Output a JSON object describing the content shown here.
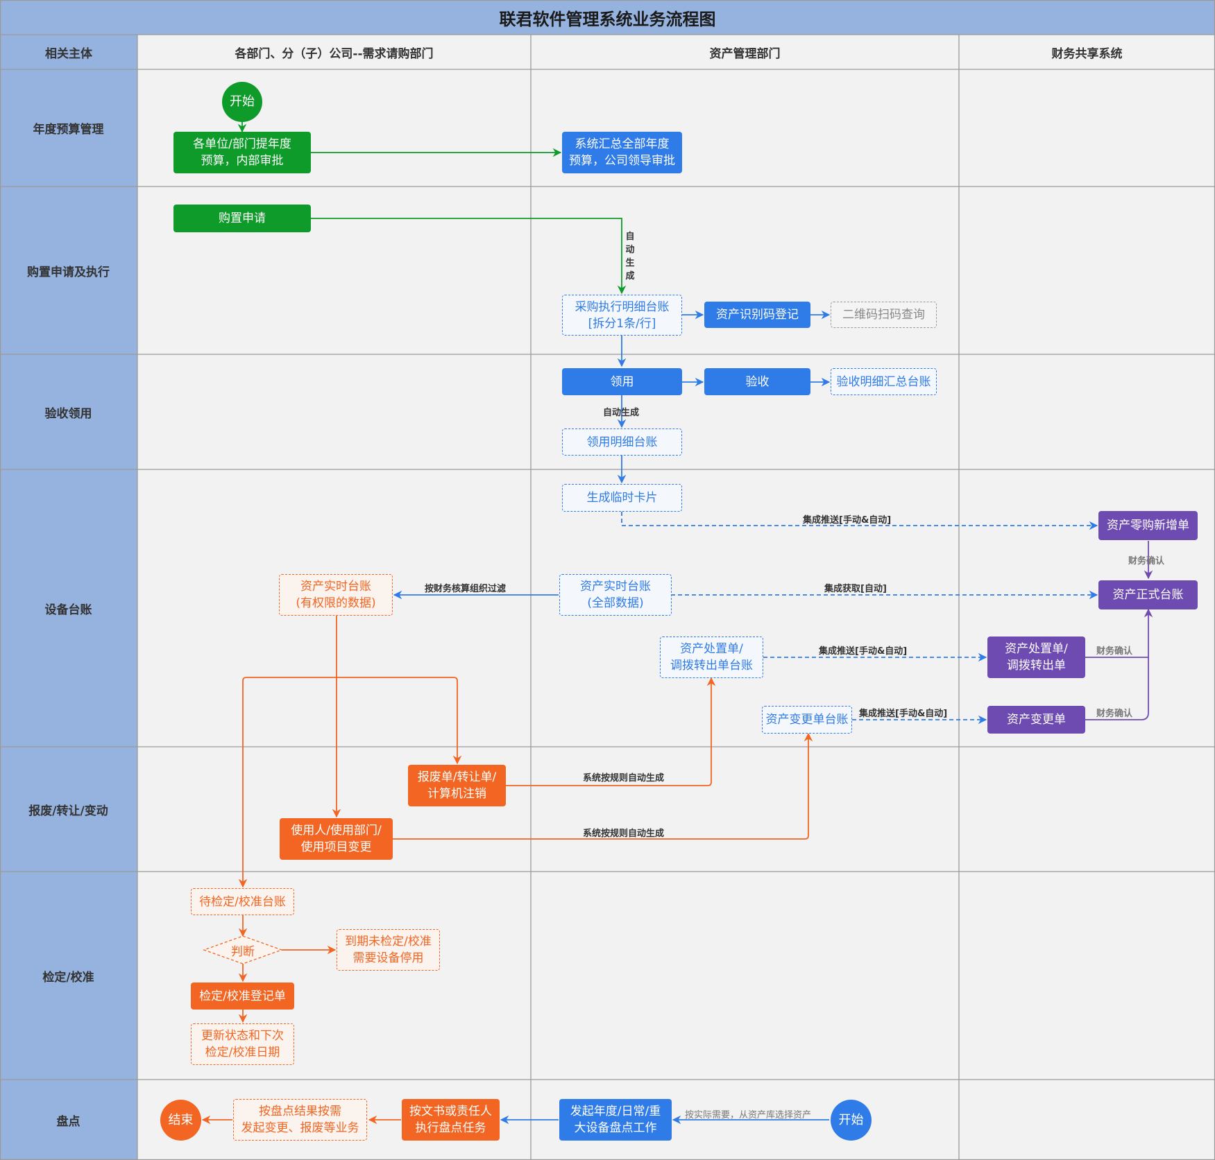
{
  "title": "联君软件管理系统业务流程图",
  "columns": {
    "subject": "相关主体",
    "dept": "各部门、分（子）公司--需求请购部门",
    "asset_mgmt": "资产管理部门",
    "finance": "财务共享系统"
  },
  "lanes": {
    "budget": "年度预算管理",
    "purchase": "购置申请及执行",
    "acceptance": "验收领用",
    "ledger": "设备台账",
    "scrap": "报废/转让/变动",
    "calibration": "检定/校准",
    "inventory": "盘点"
  },
  "nodes": {
    "start_top": "开始",
    "dept_budget": "各单位/部门提年度\n预算，内部审批",
    "sys_budget": "系统汇总全部年度\n预算，公司领导审批",
    "purchase_request": "购置申请",
    "purchase_ledger": "采购执行明细台账\n[拆分1条/行]",
    "asset_id_register": "资产识别码登记",
    "qr_query": "二维码扫码查询",
    "receive": "领用",
    "accept": "验收",
    "accept_summary": "验收明细汇总台账",
    "receive_ledger": "领用明细台账",
    "temp_card": "生成临时卡片",
    "new_purchase_order": "资产零购新增单",
    "formal_ledger": "资产正式台账",
    "realtime_all": "资产实时台账\n(全部数据)",
    "realtime_limited": "资产实时台账\n(有权限的数据)",
    "disposal_ledger": "资产处置单/\n调拨转出单台账",
    "fin_disposal": "资产处置单/\n调拨转出单",
    "change_ledger": "资产变更单台账",
    "fin_change": "资产变更单",
    "scrap_order": "报废单/转让单/\n计算机注销",
    "user_change": "使用人/使用部门/\n使用项目变更",
    "pending_calib": "待检定/校准台账",
    "judge": "判断",
    "expired_stop": "到期未检定/校准\n需要设备停用",
    "calib_register": "检定/校准登记单",
    "update_status": "更新状态和下次\n检定/校准日期",
    "end": "结束",
    "inv_followup": "按盘点结果按需\n发起变更、报废等业务",
    "inv_task": "按文书或责任人\n执行盘点任务",
    "inv_launch": "发起年度/日常/重\n大设备盘点工作",
    "start_bottom": "开始"
  },
  "edge_labels": {
    "auto_gen_vertical": "自动生成",
    "auto_gen": "自动生成",
    "push_manual_auto_1": "集成推送[手动&自动]",
    "fin_confirm_1": "财务确认",
    "filter_by_org": "按财务核算组织过滤",
    "fetch_auto": "集成获取[自动]",
    "push_manual_auto_2": "集成推送[手动&自动]",
    "fin_confirm_2": "财务确认",
    "push_manual_auto_3": "集成推送[手动&自动]",
    "fin_confirm_3": "财务确认",
    "rule_gen_1": "系统按规则自动生成",
    "rule_gen_2": "系统按规则自动生成",
    "select_assets": "按实际需要，从资产库选择资产"
  },
  "colors": {
    "header_blue": "#95b3de",
    "lane_bg": "#f2f2f2",
    "grid_line": "#9a9a9a",
    "green": "#0e9b2a",
    "blue": "#2f7be7",
    "purple": "#6e4bb0",
    "orange": "#f26522"
  }
}
